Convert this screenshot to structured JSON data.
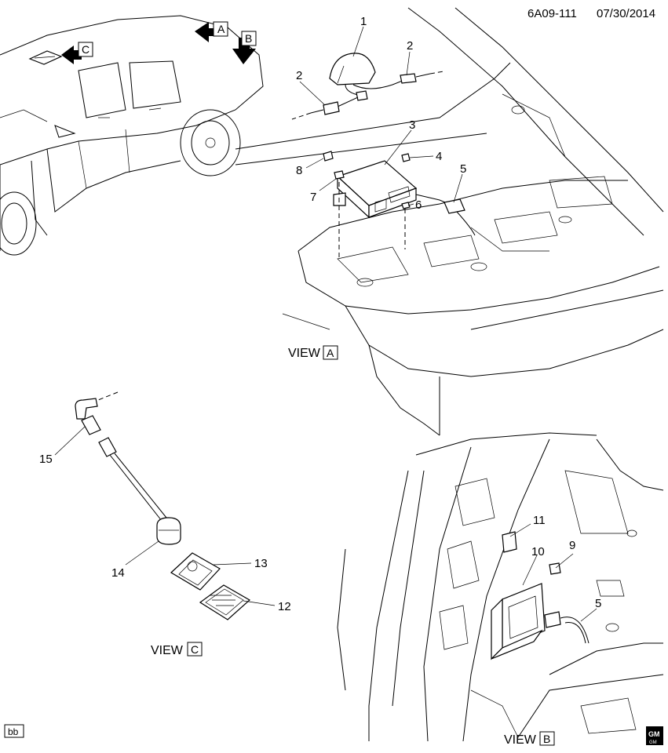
{
  "header": {
    "code": "6A09-111",
    "date": "07/30/2014"
  },
  "views": [
    {
      "key": "A",
      "label": "VIEW"
    },
    {
      "key": "B",
      "label": "VIEW"
    },
    {
      "key": "C",
      "label": "VIEW"
    }
  ],
  "arrows": [
    {
      "letter": "A"
    },
    {
      "letter": "B"
    },
    {
      "letter": "C"
    }
  ],
  "callouts": {
    "view_a": [
      "1",
      "2",
      "2",
      "3",
      "4",
      "5",
      "6",
      "7",
      "8"
    ],
    "view_b": [
      "11",
      "10",
      "9",
      "5"
    ],
    "view_c": [
      "15",
      "14",
      "13",
      "12"
    ]
  },
  "footer": {
    "tag": "bb",
    "logo_top": "GM",
    "logo_bottom": "GM"
  }
}
